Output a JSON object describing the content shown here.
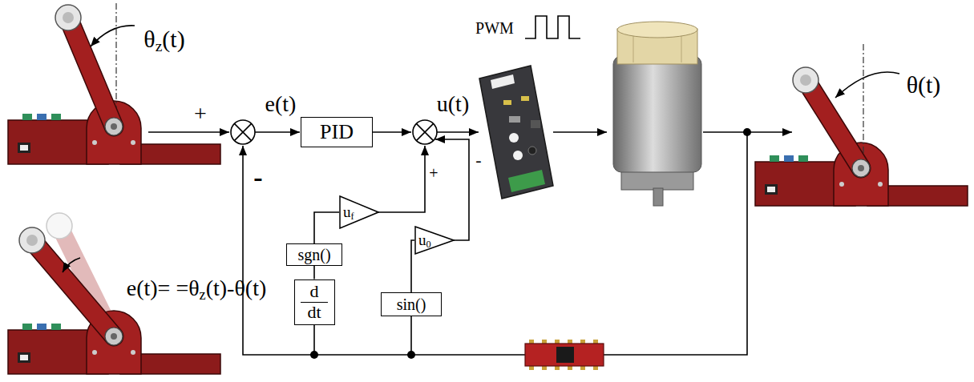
{
  "diagram": {
    "nodes": [
      {
        "text": [
          "PID"
        ]
      },
      {
        "text": [
          "uf"
        ]
      },
      {
        "text": [
          "sgn()"
        ]
      },
      {
        "text": [
          "d",
          "dt"
        ]
      },
      {
        "text": [
          "u0"
        ]
      },
      {
        "text": [
          "sin()"
        ]
      }
    ],
    "edges": [
      {
        "from": 3,
        "to": 2,
        "arrow": "none"
      },
      {
        "from": 2,
        "to": 1,
        "arrow": "none"
      },
      {
        "from": 5,
        "to": 4,
        "arrow": "none"
      }
    ],
    "labels": [
      "θz(t)",
      "+",
      "e(t)",
      "u(t)",
      "PWM",
      "θ(t)",
      "-",
      "+",
      "-",
      "e(t)= =θz(t)-θ(t)"
    ]
  }
}
